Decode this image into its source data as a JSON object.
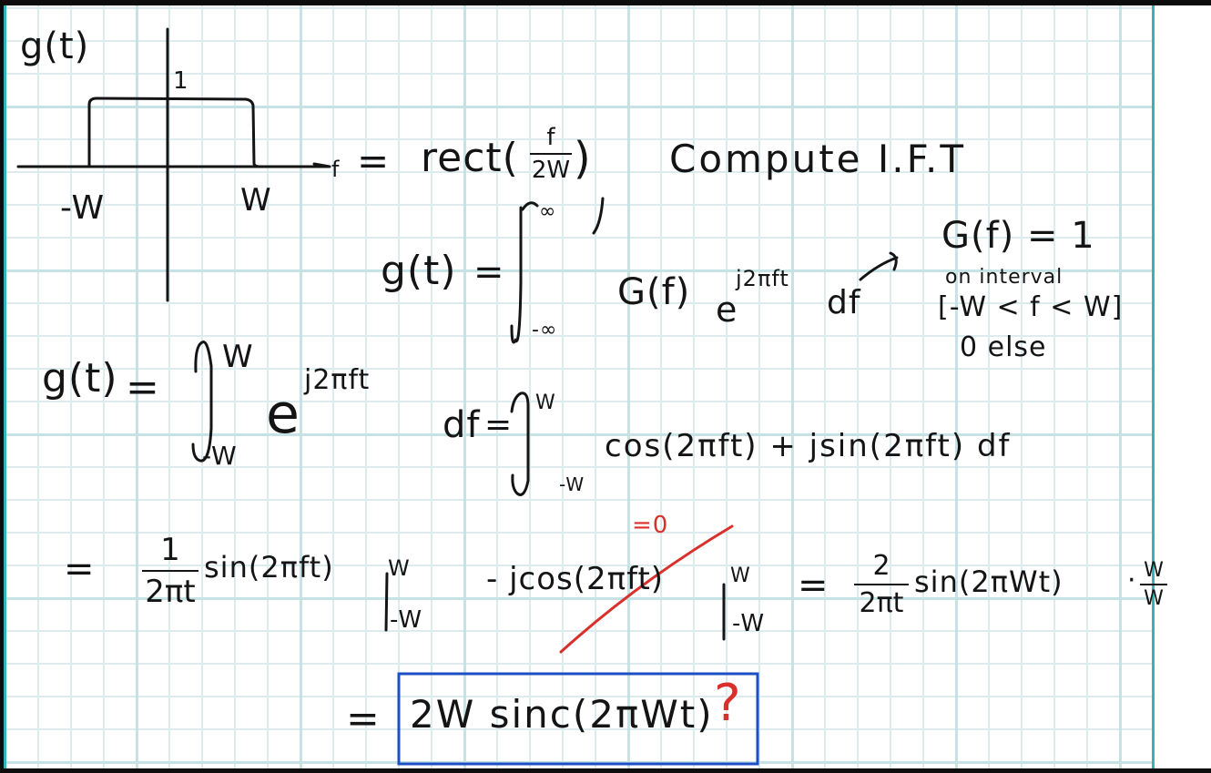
{
  "note": {
    "plot": {
      "ylabel": "g(t)",
      "peak_label": "1",
      "left_label": "-W",
      "right_label": "W",
      "axis_arrow_label": "f"
    },
    "definition": {
      "equals": "=",
      "rect": "rect(",
      "rect_num": "f",
      "rect_den": "2W",
      "rect_close": ")",
      "comma": ",",
      "task": "Compute   I.F.T"
    },
    "ift_formula": {
      "lhs": "g(t)",
      "equals": "=",
      "upper": "∞",
      "lower": "-∞",
      "integrand": "G(f)",
      "exp_base": "e",
      "exp_power": "j2πft",
      "df": "df"
    },
    "side_note": {
      "line1": "G(f) = 1",
      "line2": "on interval",
      "line3": "[-W < f < W]",
      "line4": "0  else"
    },
    "step1": {
      "lhs": "g(t)",
      "equals": "=",
      "upper": "W",
      "lower": "-W",
      "exp_base": "e",
      "exp_power": "j2πft",
      "df": "df",
      "equals2": "=",
      "upper2": "W",
      "lower2": "-W",
      "expansion": "cos(2πft) + jsin(2πft) df"
    },
    "step2": {
      "equals": "=",
      "coef_num": "1",
      "coef_den": "2πt",
      "sin_term": "sin(2πft)",
      "eval_upper": "W",
      "eval_lower": "-W",
      "minus_cos": "- jcos(2πft)",
      "eval_upper2": "W",
      "eval_lower2": "-W",
      "struck_annotation": "=0",
      "equals2": "=",
      "coef2_num": "2",
      "coef2_den": "2πt",
      "sin_term2": "sin(2πWt)",
      "dot": "·",
      "mult_num": "W",
      "mult_den": "W"
    },
    "result": {
      "equals": "=",
      "boxed": "2W sinc(2πWt)",
      "question_mark": "?"
    }
  },
  "colors": {
    "ink": "#141414",
    "red_ink": "#d9302c",
    "box_blue": "#1d4fc4",
    "grid": "#dcecee",
    "margin_teal": "#35b3b5",
    "frame": "#0d0d0d"
  }
}
